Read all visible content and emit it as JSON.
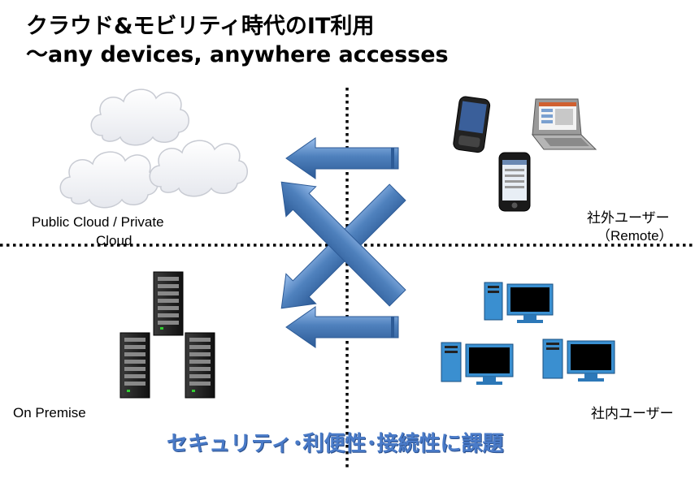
{
  "title": {
    "line1": "クラウド&モビリティ時代のIT利用",
    "line2": "～any devices, anywhere accesses"
  },
  "labels": {
    "cloud_line1": "Public Cloud / Private",
    "cloud_line2": "Cloud",
    "on_premise": "On Premise",
    "remote_line1": "社外ユーザー",
    "remote_line2": "（Remote）",
    "internal": "社内ユーザー"
  },
  "issue": "セキュリティ･利便性･接続性に課題",
  "colors": {
    "arrow": "#4f81bd",
    "arrow_dark": "#2c5a96",
    "issue_text": "#4a7bc8"
  }
}
